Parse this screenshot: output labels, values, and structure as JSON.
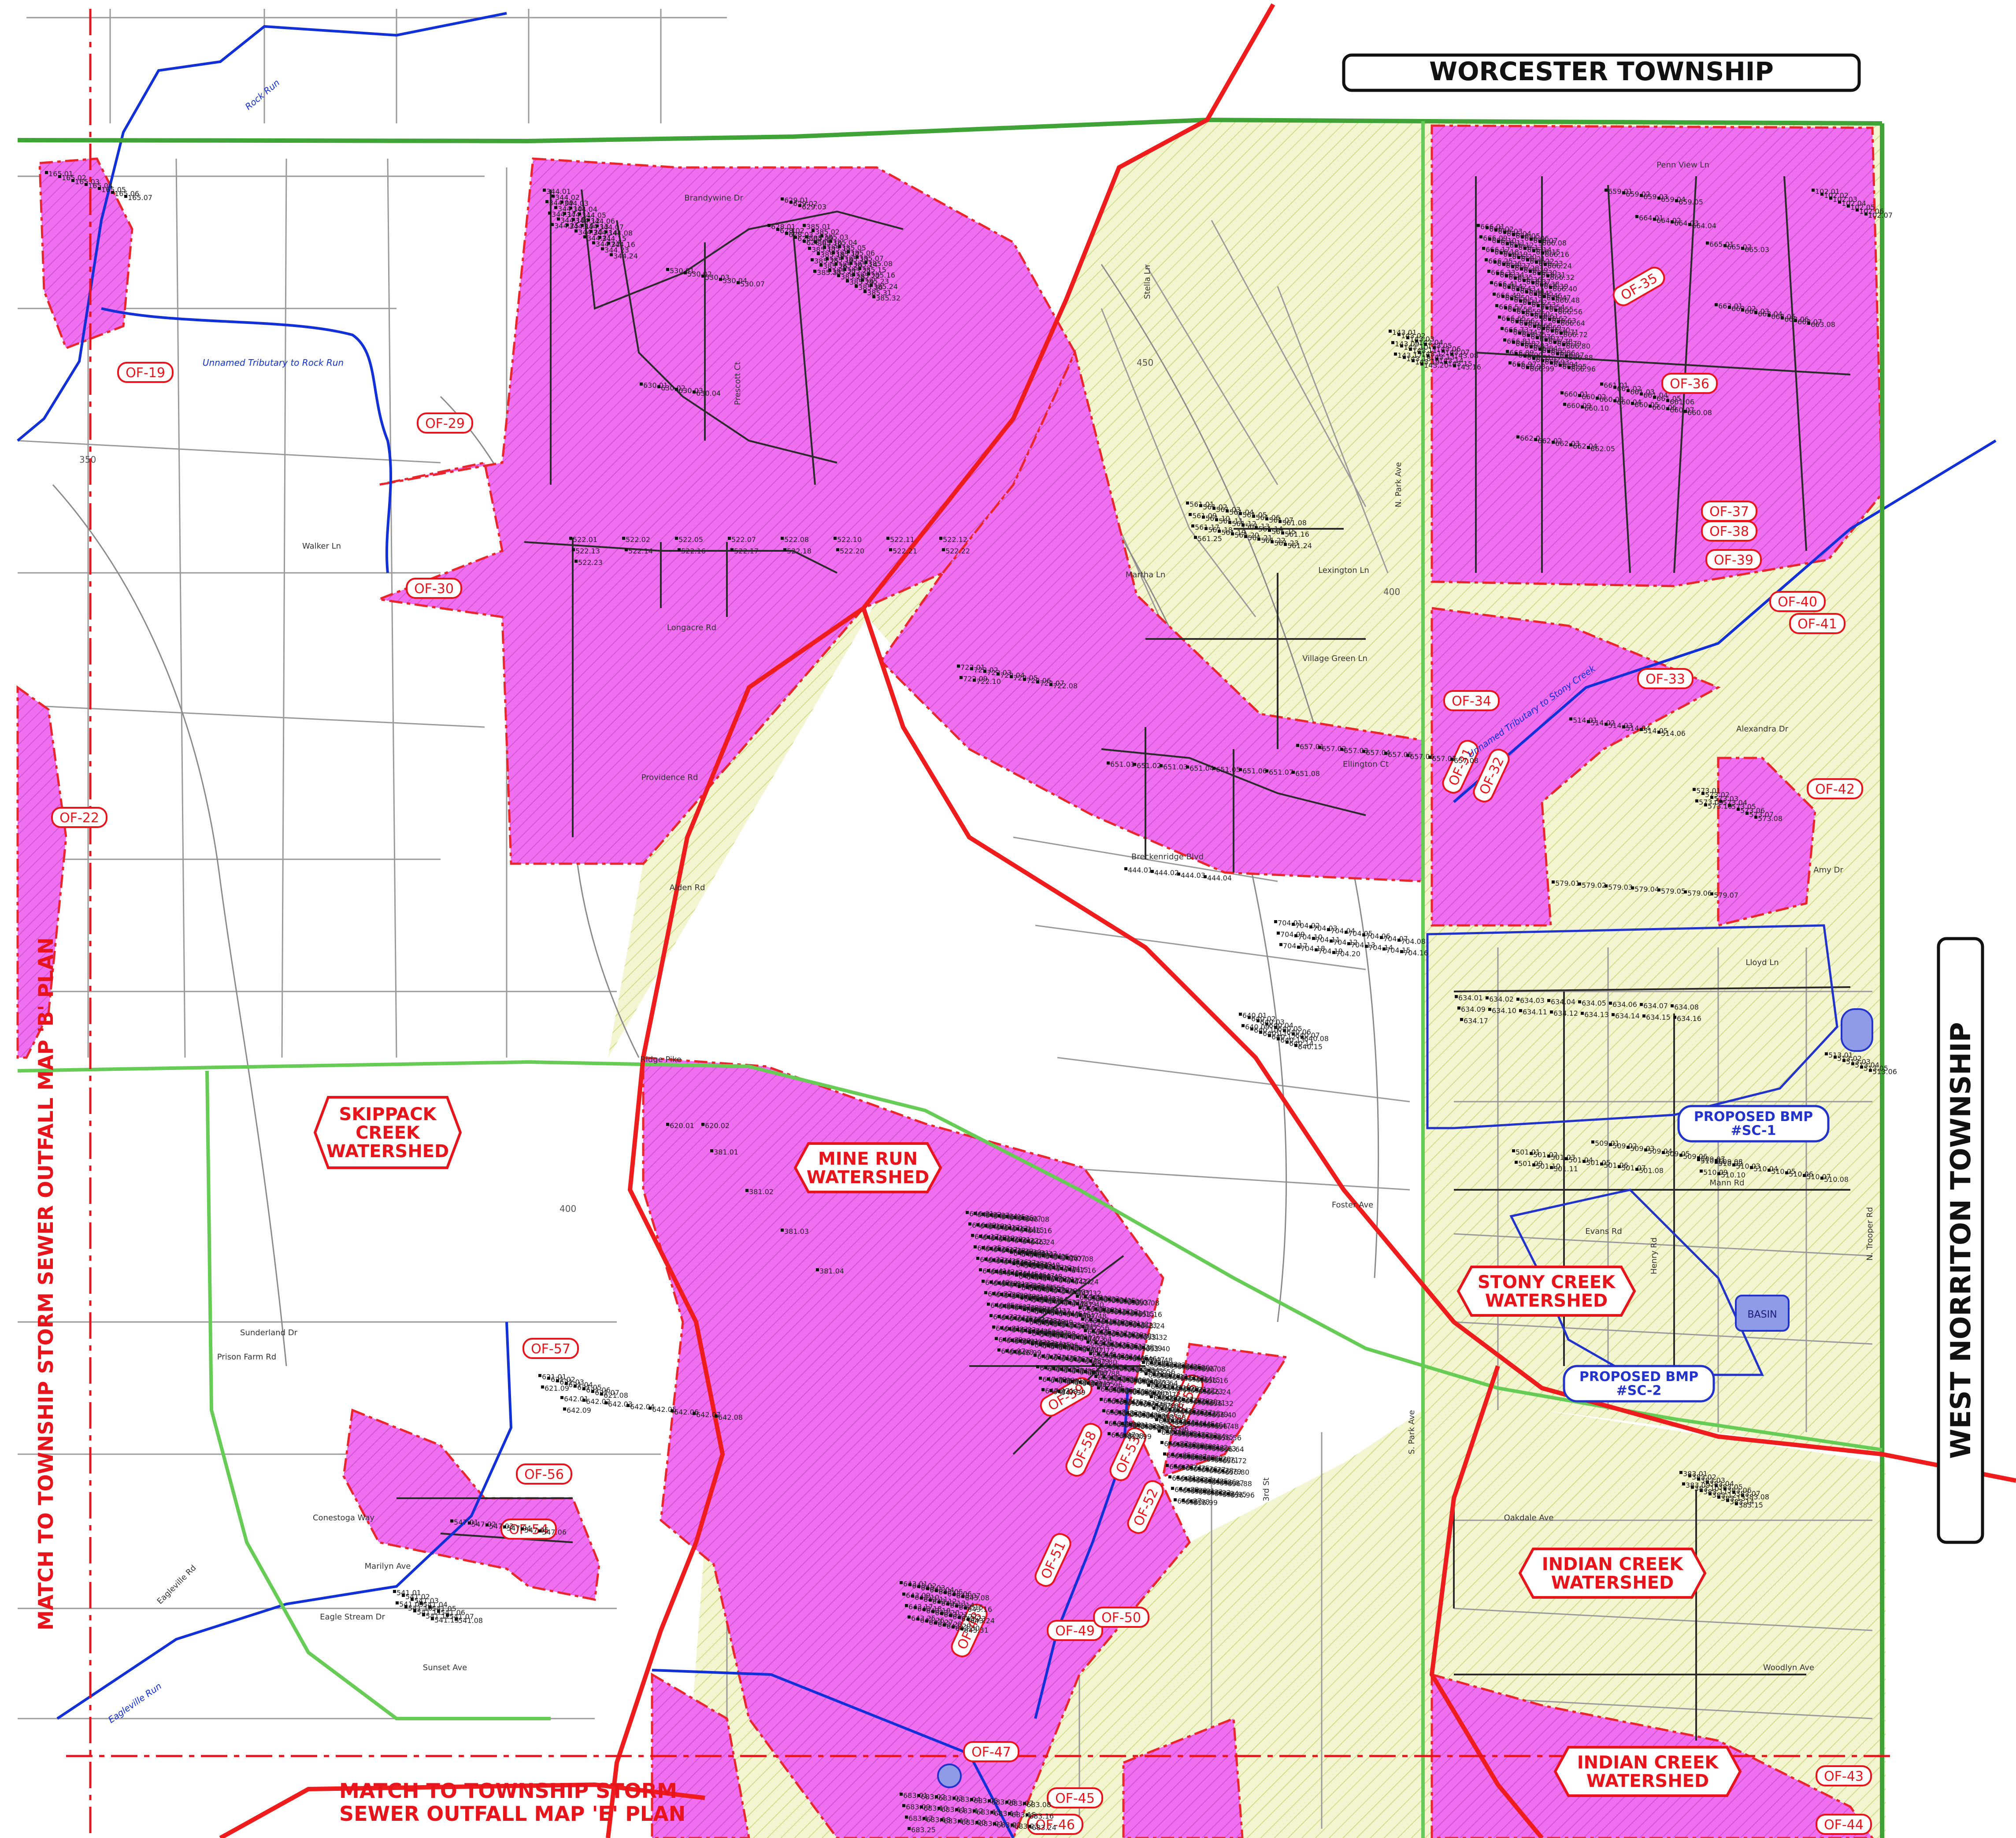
{
  "colors": {
    "paper": "#ffffff",
    "watershed_fill": "#f2f5cf",
    "watershed_hatch": "#c9d77a",
    "drainage_fill": "#f06ef0",
    "drainage_hatch": "#c84fc8",
    "drainage_edge": "#e8262c",
    "divide_red": "#ee1c1c",
    "boundary_green": "#3fa337",
    "road_green": "#66cc55",
    "stream_blue": "#1230d8",
    "bmp_blue": "#2233cc",
    "basin_fill": "#8f9be6",
    "linework": "#8a8a8a",
    "pipe": "#2a2a2a",
    "outfall_red": "#e8141c"
  },
  "township_labels": {
    "north": "WORCESTER TOWNSHIP",
    "east": "WEST NORRITON TOWNSHIP"
  },
  "watershed_labels": [
    {
      "id": "skippack",
      "text": "SKIPPACK\nCREEK\nWATERSHED"
    },
    {
      "id": "minerun",
      "text": "MINE RUN\nWATERSHED"
    },
    {
      "id": "stony",
      "text": "STONY CREEK\nWATERSHED"
    },
    {
      "id": "indian1",
      "text": "INDIAN CREEK\nWATERSHED"
    },
    {
      "id": "indian2",
      "text": "INDIAN CREEK\nWATERSHED"
    }
  ],
  "match_lines": {
    "west": "MATCH TO TOWNSHIP STORM SEWER OUTFALL MAP 'B' PLAN",
    "south": "MATCH TO TOWNSHIP STORM\nSEWER OUTFALL MAP 'E' PLAN"
  },
  "bmp_labels": [
    {
      "id": "bmp1",
      "text": "PROPOSED BMP\n#SC-1"
    },
    {
      "id": "bmp2",
      "text": "PROPOSED BMP\n#SC-2"
    }
  ],
  "basin_label": "BASIN",
  "outfalls": [
    "OF-19",
    "OF-22",
    "OF-29",
    "OF-30",
    "OF-31",
    "OF-32",
    "OF-33",
    "OF-34",
    "OF-35",
    "OF-36",
    "OF-37",
    "OF-38",
    "OF-39",
    "OF-40",
    "OF-41",
    "OF-42",
    "OF-43",
    "OF-44",
    "OF-45",
    "OF-46",
    "OF-47",
    "OF-48",
    "OF-49",
    "OF-50",
    "OF-51",
    "OF-52",
    "OF-53",
    "OF-54",
    "OF-55",
    "OF-56",
    "OF-57",
    "OF-58",
    "OF-59"
  ],
  "roads": [
    "Ridge Pike",
    "Walker Ln",
    "Longacre Rd",
    "Providence Rd",
    "Alden Rd",
    "Brandywine Dr",
    "Prescott Ct",
    "Penn View Ln",
    "Village Green Ln",
    "Breckenridge Blvd",
    "Ellington Ct",
    "Alexandra Dr",
    "Amy Dr",
    "Lloyd Ln",
    "Mann Rd",
    "Foster Ave",
    "Oakdale Ave",
    "Woodlyn Ave",
    "Sunset Ave",
    "Marilyn Ave",
    "Conestoga Way",
    "Eagle Stream Dr",
    "Sunderland Dr",
    "Prison Farm Rd",
    "Eagleville Rd",
    "N. Park Ave",
    "S. Park Ave",
    "Evans Rd",
    "Henry Rd",
    "N. Trooper Rd",
    "Lexington Ln",
    "Martha Ln",
    "Stella Ln",
    "3rd St"
  ],
  "streams": [
    "Rock Run",
    "Unnamed Tributary to Rock Run",
    "Unnamed Tributary to Stony Creek",
    "Eagleville Run"
  ],
  "contours": [
    "350",
    "400",
    "450"
  ],
  "structure_ids": [
    "344.01",
    "344.02",
    "344.03",
    "344.04",
    "344.05",
    "344.06",
    "344.07",
    "344.08",
    "344.09",
    "344.10",
    "344.11",
    "344.12",
    "344.13",
    "344.14",
    "344.15",
    "344.16",
    "344.17",
    "344.18",
    "344.19",
    "344.20",
    "344.21",
    "344.22",
    "344.23",
    "344.24",
    "344.25",
    "385.01",
    "385.02",
    "385.03",
    "385.04",
    "385.05",
    "385.06",
    "385.07",
    "385.08",
    "385.09",
    "385.10",
    "385.11",
    "385.12",
    "385.13",
    "385.14",
    "385.15",
    "385.16",
    "385.17",
    "385.18",
    "385.19",
    "385.20",
    "385.21",
    "385.22",
    "385.23",
    "385.24",
    "385.25",
    "385.26",
    "385.27",
    "385.28",
    "385.29",
    "385.30",
    "385.31",
    "385.32",
    "385.33",
    "522.01",
    "522.02",
    "522.05",
    "522.07",
    "522.08",
    "522.10",
    "522.11",
    "522.12",
    "522.13",
    "522.14",
    "522.16",
    "522.17",
    "522.18",
    "522.20",
    "522.21",
    "522.22",
    "522.23",
    "530.01",
    "530.02",
    "530.03",
    "530.04",
    "530.07",
    "628.01",
    "628.02",
    "628.03",
    "628.04",
    "628.05",
    "629.01",
    "629.02",
    "629.03",
    "630.01",
    "630.02",
    "630.03",
    "630.04",
    "651.01",
    "651.02",
    "651.03",
    "651.04",
    "651.05",
    "651.06",
    "651.07",
    "651.08",
    "657.01",
    "657.02",
    "657.03",
    "657.04",
    "657.05",
    "657.06",
    "657.07",
    "657.08",
    "659.01",
    "659.02",
    "659.03",
    "659.04",
    "659.05",
    "660.01",
    "660.02",
    "660.03",
    "660.04",
    "660.05",
    "660.06",
    "660.07",
    "660.08",
    "660.09",
    "660.10",
    "661.01",
    "661.02",
    "661.03",
    "661.04",
    "661.05",
    "661.06",
    "662.01",
    "662.02",
    "662.03",
    "662.04",
    "662.05",
    "663.01",
    "663.02",
    "663.03",
    "663.04",
    "663.05",
    "663.06",
    "663.07",
    "663.08",
    "664.01",
    "664.02",
    "664.03",
    "664.04",
    "665.01",
    "665.02",
    "665.03",
    "666.01",
    "666.02",
    "666.03",
    "102.01",
    "102.02",
    "102.03",
    "102.04",
    "102.05",
    "102.06",
    "102.07",
    "143.01",
    "143.02",
    "143.03",
    "143.04",
    "143.05",
    "143.06",
    "143.07",
    "143.08",
    "143.09",
    "143.10",
    "143.11",
    "143.12",
    "143.13",
    "143.14",
    "143.15",
    "143.16",
    "143.17",
    "143.18",
    "143.19",
    "143.20",
    "165.01",
    "165.02",
    "165.03",
    "165.04",
    "165.05",
    "165.06",
    "165.07",
    "381.01",
    "381.02",
    "381.03",
    "381.04",
    "383.01",
    "383.02",
    "383.03",
    "383.04",
    "383.05",
    "383.06",
    "383.07",
    "383.08",
    "383.09",
    "383.10",
    "383.11",
    "383.12",
    "383.13",
    "383.14",
    "383.15",
    "444.01",
    "444.02",
    "444.03",
    "444.04",
    "501.01",
    "501.02",
    "501.03",
    "501.04",
    "501.05",
    "501.06",
    "501.07",
    "501.08",
    "501.09",
    "501.10",
    "501.11",
    "509.01",
    "509.02",
    "509.03",
    "509.04",
    "509.05",
    "509.06",
    "509.07",
    "509.08",
    "510.01",
    "510.02",
    "510.03",
    "510.04",
    "510.05",
    "510.06",
    "510.07",
    "510.08",
    "510.09",
    "510.10",
    "513.01",
    "513.02",
    "513.03",
    "513.04",
    "513.05",
    "513.06",
    "514.01",
    "514.02",
    "514.03",
    "514.04",
    "514.05",
    "514.06",
    "541.01",
    "541.02",
    "541.03",
    "541.04",
    "541.05",
    "541.06",
    "541.07",
    "541.08",
    "541.09",
    "541.10",
    "541.11",
    "541.12",
    "541.13",
    "547.01",
    "547.02",
    "547.03",
    "547.04",
    "547.05",
    "547.06",
    "561.01",
    "561.02",
    "561.03",
    "561.04",
    "561.05",
    "561.06",
    "561.07",
    "561.08",
    "561.09",
    "561.10",
    "561.11",
    "561.12",
    "561.13",
    "561.14",
    "561.15",
    "561.16",
    "561.17",
    "561.18",
    "561.19",
    "561.20",
    "561.21",
    "561.22",
    "561.23",
    "561.24",
    "561.25",
    "573.01",
    "573.02",
    "573.03",
    "573.04",
    "573.05",
    "573.06",
    "573.07",
    "573.08",
    "573.09",
    "573.10",
    "579.01",
    "579.02",
    "579.03",
    "579.04",
    "579.05",
    "579.06",
    "579.07",
    "620.01",
    "620.02",
    "621.01",
    "621.02",
    "621.03",
    "621.04",
    "621.05",
    "621.06",
    "621.07",
    "621.08",
    "621.09",
    "634.01",
    "634.02",
    "634.03",
    "634.04",
    "634.05",
    "634.06",
    "634.07",
    "634.08",
    "634.09",
    "634.10",
    "634.11",
    "634.12",
    "634.13",
    "634.14",
    "634.15",
    "634.16",
    "634.17",
    "640.01",
    "640.02",
    "640.03",
    "640.04",
    "640.05",
    "640.06",
    "640.07",
    "640.08",
    "640.09",
    "640.10",
    "640.11",
    "640.12",
    "640.13",
    "640.14",
    "640.15",
    "642.01",
    "642.02",
    "642.03",
    "642.04",
    "642.05",
    "642.06",
    "642.07",
    "642.08",
    "642.09",
    "643.01",
    "643.02",
    "643.03",
    "643.04",
    "643.05",
    "643.06",
    "643.07",
    "643.08",
    "643.09",
    "643.10",
    "643.11",
    "643.12",
    "643.13",
    "643.14",
    "643.15",
    "643.16",
    "643.17",
    "643.18",
    "643.19",
    "643.20",
    "643.21",
    "643.22",
    "643.23",
    "643.24",
    "643.25",
    "643.26",
    "643.27",
    "643.28",
    "643.29",
    "643.30",
    "643.31",
    "646.01",
    "646.02",
    "646.03",
    "646.04",
    "646.05",
    "646.06",
    "646.07",
    "646.08",
    "646.09",
    "646.10",
    "646.11",
    "646.12",
    "646.13",
    "646.14",
    "646.15",
    "646.16",
    "646.17",
    "646.18",
    "646.19",
    "646.20",
    "646.21",
    "646.22",
    "646.23",
    "646.24",
    "646.25",
    "646.26",
    "646.27",
    "646.28",
    "646.29",
    "646.30",
    "646.31",
    "646.32",
    "646.33",
    "646.34",
    "646.35",
    "646.36",
    "646.37",
    "646.38",
    "646.39",
    "646.40",
    "646.41",
    "646.42",
    "646.43",
    "646.44",
    "646.45",
    "646.46",
    "646.47",
    "646.48",
    "646.49",
    "646.50",
    "646.51",
    "646.52",
    "646.53",
    "646.54",
    "646.55",
    "646.56",
    "646.57",
    "646.58",
    "646.59",
    "646.60",
    "646.61",
    "646.62",
    "646.63",
    "646.64",
    "646.65",
    "646.66",
    "646.67",
    "646.68",
    "646.69",
    "646.70",
    "646.71",
    "646.72",
    "646.73",
    "646.74",
    "646.75",
    "646.76",
    "646.77",
    "646.78",
    "646.79",
    "646.80",
    "646.81",
    "646.82",
    "646.83",
    "646.84",
    "646.85",
    "646.86",
    "646.87",
    "646.88",
    "646.89",
    "646.90",
    "646.91",
    "646.92",
    "646.93",
    "646.94",
    "646.95",
    "646.96",
    "646.97",
    "646.98",
    "646.99",
    "647.01",
    "647.02",
    "647.03",
    "647.04",
    "647.05",
    "647.06",
    "647.07",
    "647.08",
    "647.09",
    "647.10",
    "647.11",
    "647.12",
    "647.13",
    "647.14",
    "647.15",
    "647.16",
    "647.17",
    "647.18",
    "647.19",
    "647.20",
    "647.21",
    "647.22",
    "647.23",
    "647.24",
    "647.25",
    "647.26",
    "647.27",
    "647.28",
    "647.29",
    "647.30",
    "647.31",
    "647.32",
    "647.33",
    "647.34",
    "647.35",
    "647.36",
    "647.37",
    "647.38",
    "647.39",
    "647.40",
    "647.41",
    "647.42",
    "647.43",
    "647.44",
    "647.45",
    "647.46",
    "647.47",
    "647.48",
    "647.49",
    "647.50",
    "647.51",
    "647.52",
    "647.53",
    "647.54",
    "647.55",
    "647.56",
    "647.57",
    "647.58",
    "647.59",
    "647.60",
    "647.61",
    "647.62",
    "647.63",
    "647.64",
    "647.65",
    "647.66",
    "647.67",
    "647.68",
    "647.69",
    "647.70",
    "647.71",
    "647.72",
    "647.73",
    "647.74",
    "647.75",
    "647.76",
    "647.77",
    "647.78",
    "647.79",
    "647.80",
    "647.81",
    "647.82",
    "647.83",
    "647.84",
    "647.85",
    "647.86",
    "647.87",
    "647.88",
    "647.89",
    "647.90",
    "647.91",
    "647.92",
    "647.93",
    "647.94",
    "647.95",
    "647.96",
    "647.97",
    "647.98",
    "647.99",
    "653.01",
    "653.02",
    "653.03",
    "653.04",
    "653.05",
    "653.06",
    "653.07",
    "653.08",
    "653.09",
    "653.10",
    "653.11",
    "653.12",
    "653.13",
    "653.14",
    "653.15",
    "653.16",
    "653.17",
    "653.18",
    "653.19",
    "653.20",
    "653.21",
    "653.22",
    "653.23",
    "653.24",
    "653.25",
    "653.26",
    "653.27",
    "653.28",
    "653.29",
    "653.30",
    "653.31",
    "653.32",
    "653.33",
    "653.34",
    "653.35",
    "653.36",
    "653.37",
    "653.38",
    "653.39",
    "653.40",
    "653.41",
    "653.42",
    "653.43",
    "653.44",
    "653.45",
    "653.46",
    "653.47",
    "653.48",
    "653.49",
    "653.50",
    "653.51",
    "653.52",
    "653.53",
    "653.54",
    "653.55",
    "653.56",
    "653.57",
    "653.58",
    "653.59",
    "653.60",
    "653.61",
    "653.62",
    "653.63",
    "653.64",
    "653.65",
    "653.66",
    "653.67",
    "653.68",
    "653.69",
    "653.70",
    "653.71",
    "653.72",
    "653.73",
    "653.74",
    "653.75",
    "653.76",
    "653.77",
    "653.78",
    "653.79",
    "653.80",
    "653.81",
    "653.82",
    "653.83",
    "653.84",
    "653.85",
    "653.86",
    "653.87",
    "653.88",
    "653.89",
    "653.90",
    "653.91",
    "653.92",
    "653.93",
    "653.94",
    "653.95",
    "653.96",
    "653.97",
    "653.98",
    "653.99",
    "656.01",
    "656.02",
    "656.03",
    "656.04",
    "656.05",
    "656.06",
    "656.07",
    "656.08",
    "656.09",
    "656.10",
    "656.11",
    "656.12",
    "656.13",
    "656.14",
    "656.15",
    "656.16",
    "656.17",
    "656.18",
    "656.19",
    "656.20",
    "656.21",
    "656.22",
    "656.23",
    "656.24",
    "656.25",
    "656.26",
    "656.27",
    "656.28",
    "656.29",
    "656.30",
    "656.31",
    "656.32",
    "656.33",
    "656.34",
    "656.35",
    "656.36",
    "656.37",
    "656.38",
    "656.39",
    "656.40",
    "656.41",
    "656.42",
    "656.43",
    "656.44",
    "656.45",
    "656.46",
    "656.47",
    "656.48",
    "656.49",
    "656.50",
    "656.51",
    "656.52",
    "656.53",
    "656.54",
    "656.55",
    "656.56",
    "656.57",
    "656.58",
    "656.59",
    "656.60",
    "656.61",
    "656.62",
    "656.63",
    "656.64",
    "656.65",
    "656.66",
    "656.67",
    "656.68",
    "656.69",
    "656.70",
    "656.71",
    "656.72",
    "656.73",
    "656.74",
    "656.75",
    "656.76",
    "656.77",
    "656.78",
    "656.79",
    "656.80",
    "656.81",
    "656.82",
    "656.83",
    "656.84",
    "656.85",
    "656.86",
    "656.87",
    "656.88",
    "656.89",
    "656.90",
    "656.91",
    "656.92",
    "656.93",
    "656.94",
    "656.95",
    "656.96",
    "656.97",
    "656.98",
    "656.99",
    "666.04",
    "666.05",
    "666.06",
    "666.07",
    "666.08",
    "666.09",
    "666.10",
    "666.11",
    "666.12",
    "666.13",
    "666.14",
    "666.15",
    "666.16",
    "666.17",
    "666.18",
    "666.19",
    "666.20",
    "666.21",
    "666.22",
    "666.23",
    "666.24",
    "666.25",
    "666.26",
    "666.27",
    "666.28",
    "666.29",
    "666.30",
    "666.31",
    "666.32",
    "666.33",
    "666.34",
    "666.35",
    "666.36",
    "666.37",
    "666.38",
    "666.39",
    "666.40",
    "666.41",
    "666.42",
    "666.43",
    "666.44",
    "666.45",
    "666.46",
    "666.47",
    "666.48",
    "666.49",
    "666.50",
    "666.51",
    "666.52",
    "666.53",
    "666.54",
    "666.55",
    "666.56",
    "666.57",
    "666.58",
    "666.59",
    "666.60",
    "666.61",
    "666.62",
    "666.63",
    "666.64",
    "666.65",
    "666.66",
    "666.67",
    "666.68",
    "666.69",
    "666.70",
    "666.71",
    "666.72",
    "666.73",
    "666.74",
    "666.75",
    "666.76",
    "666.77",
    "666.78",
    "666.79",
    "666.80",
    "666.81",
    "666.82",
    "666.83",
    "666.84",
    "666.85",
    "666.86",
    "666.87",
    "666.88",
    "666.89",
    "666.90",
    "666.91",
    "666.92",
    "666.93",
    "666.94",
    "666.95",
    "666.96",
    "666.97",
    "666.98",
    "666.99",
    "683.01",
    "683.02",
    "683.03",
    "683.04",
    "683.05",
    "683.06",
    "683.07",
    "683.08",
    "683.09",
    "683.10",
    "683.11",
    "683.12",
    "683.13",
    "683.14",
    "683.15",
    "683.16",
    "683.17",
    "683.18",
    "683.19",
    "683.20",
    "683.21",
    "683.22",
    "683.23",
    "683.24",
    "683.25",
    "704.01",
    "704.02",
    "704.03",
    "704.04",
    "704.05",
    "704.06",
    "704.07",
    "704.08",
    "704.09",
    "704.10",
    "704.11",
    "704.12",
    "704.13",
    "704.14",
    "704.15",
    "704.16",
    "704.17",
    "704.18",
    "704.19",
    "704.20",
    "722.01",
    "722.02",
    "722.03",
    "722.04",
    "722.05",
    "722.06",
    "722.07",
    "722.08",
    "722.09",
    "722.10"
  ]
}
